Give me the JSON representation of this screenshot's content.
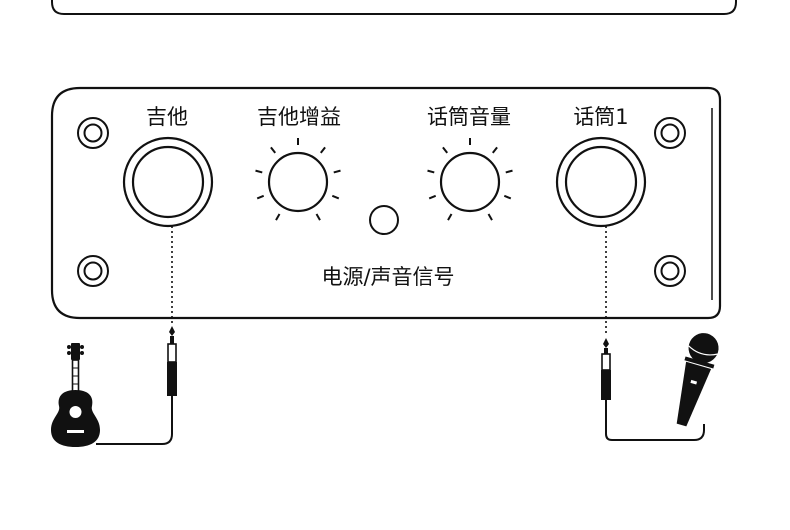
{
  "panel": {
    "labels": {
      "guitar_input": "吉他",
      "guitar_gain": "吉他增益",
      "mic_volume": "话筒音量",
      "mic_input": "话筒1",
      "power_signal": "电源/声音信号"
    }
  },
  "colors": {
    "line": "#111111",
    "background": "#ffffff",
    "fill": "#111111"
  },
  "icons": {
    "guitar": "acoustic-guitar-icon",
    "microphone": "handheld-microphone-icon",
    "jack": "quarter-inch-jack-plug-icon"
  }
}
